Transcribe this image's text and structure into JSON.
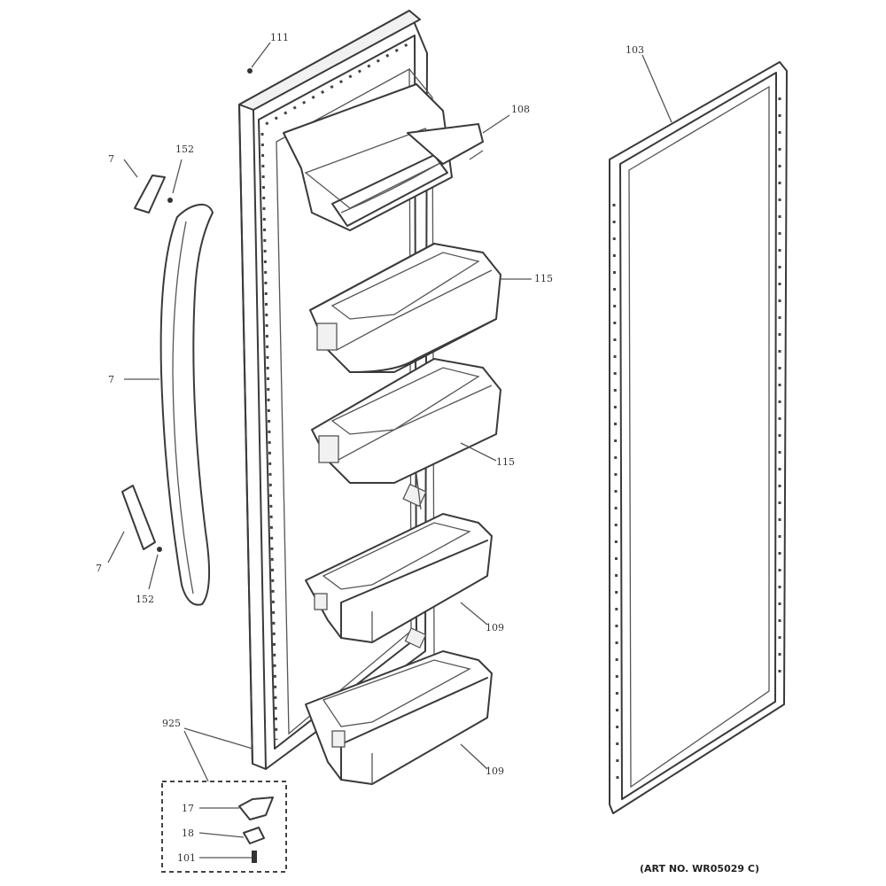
{
  "callouts": {
    "door_top_screw": "111",
    "gasket": "103",
    "dispenser_bin": "108",
    "handle_cap_top": "7",
    "screw_top": "152",
    "handle": "7",
    "handle_cap_bottom": "7",
    "screw_bottom": "152",
    "upper_bin_a": "115",
    "upper_bin_b": "115",
    "lower_bin_a": "109",
    "lower_bin_b": "109",
    "door_kit": "925",
    "kit_item_1": "17",
    "kit_item_2": "18",
    "kit_item_3": "101"
  },
  "art_number": "(ART NO. WR05029 C)"
}
